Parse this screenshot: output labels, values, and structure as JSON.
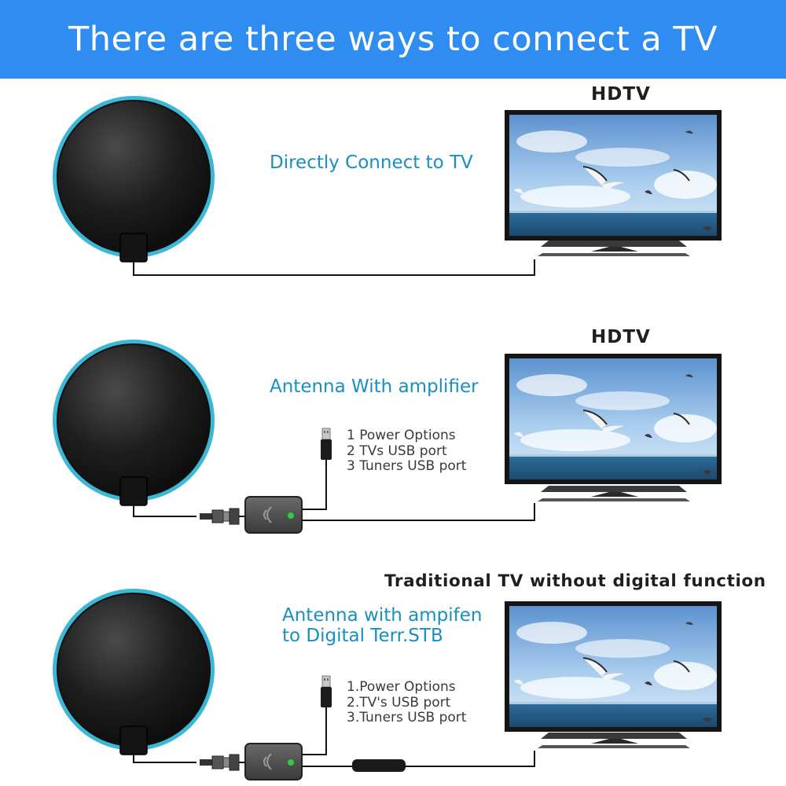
{
  "banner": {
    "title": "There are three ways to connect a TV"
  },
  "scenarios": [
    {
      "heading": "HDTV",
      "method": "Directly Connect to TV",
      "options": []
    },
    {
      "heading": "HDTV",
      "method": "Antenna With amplifier",
      "options": [
        "1 Power Options",
        "2 TVs USB port",
        "3 Tuners USB port"
      ]
    },
    {
      "heading": "Traditional TV without digital function",
      "method_lines": [
        "Antenna with ampifen",
        "to Digital Terr.STB"
      ],
      "options": [
        "1.Power Options",
        "2.TV's USB port",
        "3.Tuners USB port"
      ]
    }
  ],
  "colors": {
    "banner": "#2f8cf0",
    "method_text": "#1a8fbf",
    "antenna_ring": "#3bb8d6",
    "led": "#2ecc40"
  }
}
